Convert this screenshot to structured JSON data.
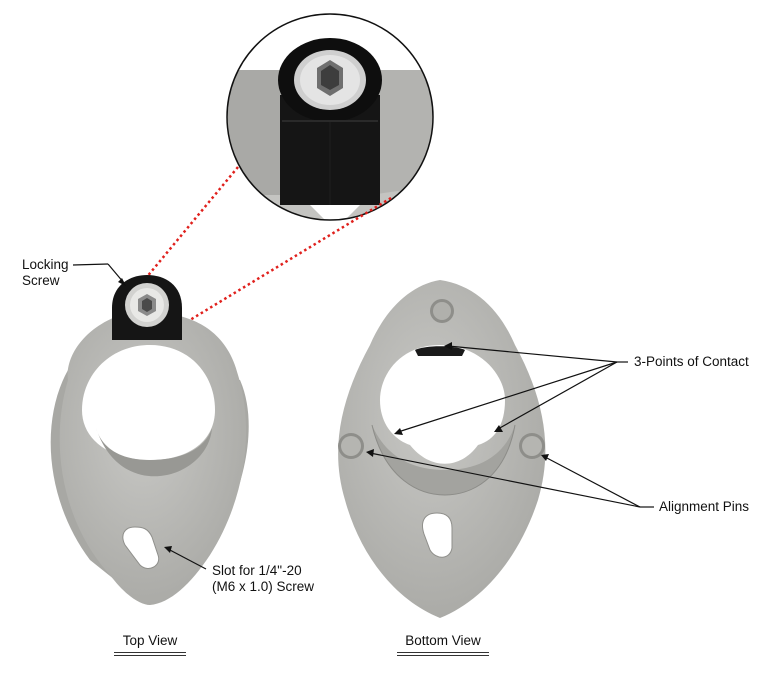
{
  "labels": {
    "locking_screw": [
      "Locking",
      "Screw"
    ],
    "slot": [
      "Slot for 1/4\"-20",
      "(M6 x 1.0) Screw"
    ],
    "contact": "3-Points of Contact",
    "pins": "Alignment Pins"
  },
  "views": {
    "top": "Top View",
    "bottom": "Bottom View"
  },
  "colors": {
    "metal": "#b9b9b6",
    "metal_dark": "#9c9c98",
    "screw_black": "#151515",
    "leader_red": "#e0201c"
  }
}
